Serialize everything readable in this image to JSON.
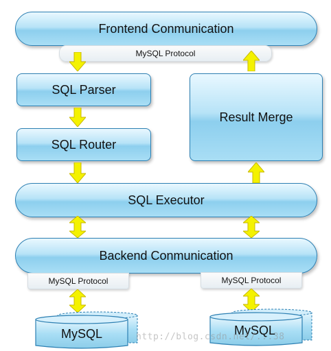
{
  "frontend": {
    "label": "Frontend Conmunication"
  },
  "frontend_protocol": {
    "label": "MySQL  Protocol"
  },
  "sql_parser": {
    "label": "SQL Parser"
  },
  "sql_router": {
    "label": "SQL Router"
  },
  "result_merge": {
    "label": "Result Merge"
  },
  "sql_executor": {
    "label": "SQL Executor"
  },
  "backend": {
    "label": "Backend Conmunication"
  },
  "backend_protocol_left": {
    "label": "MySQL  Protocol"
  },
  "backend_protocol_right": {
    "label": "MySQL  Protocol"
  },
  "db_left": {
    "label": "MySQL"
  },
  "db_right": {
    "label": "MySQL"
  },
  "watermark": {
    "text": "http://blog.csdn.net/...38"
  },
  "colors": {
    "box_fill": "#a9def5",
    "box_border": "#2c7fb2",
    "arrow_fill": "#f4f200",
    "arrow_stroke": "#c8b800"
  }
}
